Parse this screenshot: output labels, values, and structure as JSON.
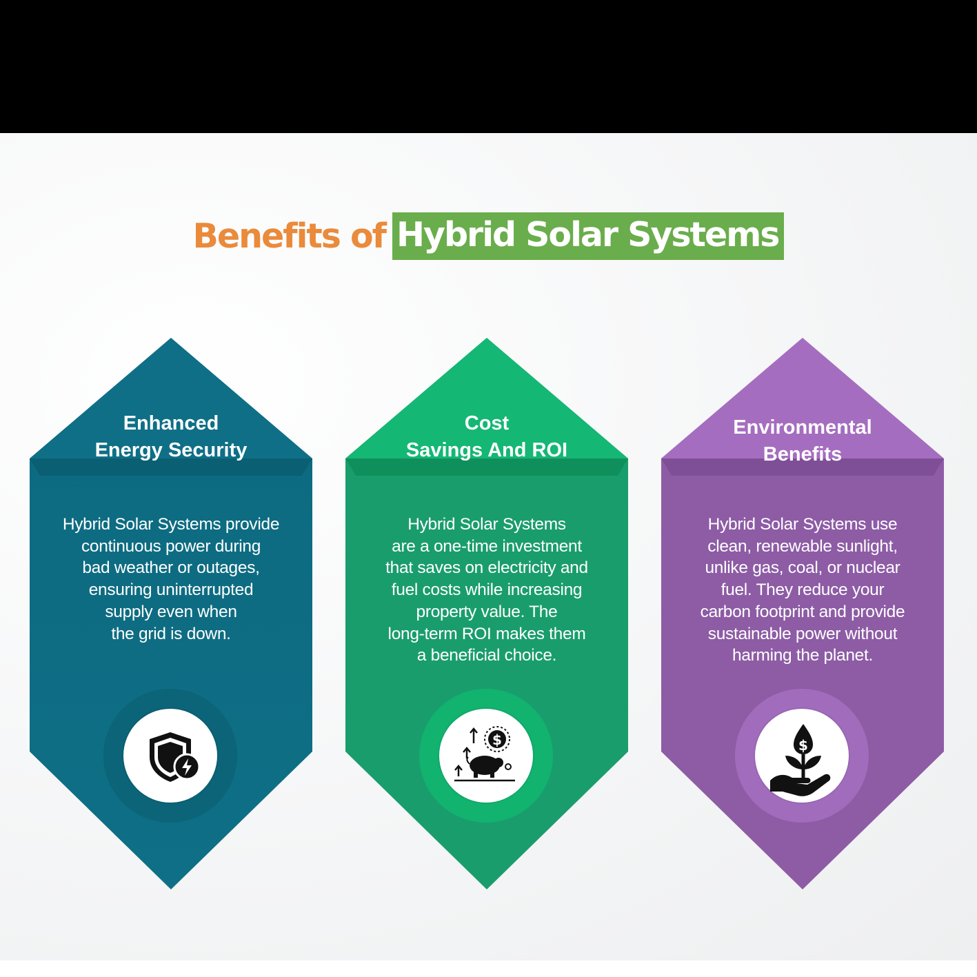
{
  "title": {
    "prefix": "Benefits of",
    "highlight": "Hybrid Solar Systems"
  },
  "colors": {
    "title_prefix": "#ea8a3b",
    "title_highlight_bg": "#6aad4c",
    "card1": "#0e6a80",
    "card2": "#1aa56f",
    "card3": "#8e5ba6"
  },
  "cards": [
    {
      "heading": [
        "Enhanced",
        "Energy Security"
      ],
      "body": [
        "Hybrid Solar Systems provide",
        "continuous power during",
        "bad weather or outages,",
        "ensuring uninterrupted",
        "supply even when",
        "the grid is down."
      ],
      "icon": "shield-lightning-icon"
    },
    {
      "heading": [
        "Cost",
        "Savings And ROI"
      ],
      "body": [
        "Hybrid Solar Systems",
        "are a one-time investment",
        "that saves on electricity and",
        "fuel costs while increasing",
        "property value. The",
        "long-term ROI makes them",
        "a beneficial choice."
      ],
      "icon": "piggy-bank-growth-icon"
    },
    {
      "heading": [
        "Environmental",
        "Benefits"
      ],
      "body": [
        "Hybrid Solar Systems use",
        "clean, renewable sunlight,",
        "unlike gas, coal, or nuclear",
        "fuel. They reduce your",
        "carbon footprint and provide",
        "sustainable power without",
        "harming the planet."
      ],
      "icon": "hand-plant-dollar-icon"
    }
  ]
}
